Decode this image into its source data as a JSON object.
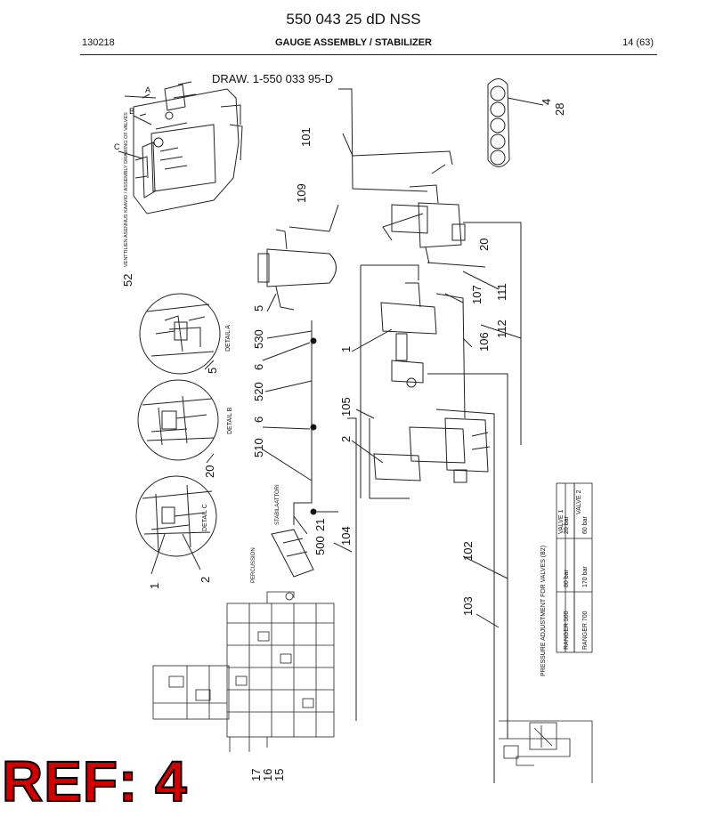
{
  "header": {
    "title": "550 043 25 dD NSS",
    "doc_code": "130218",
    "section": "GAUGE ASSEMBLY / STABILIZER",
    "page": "14 (63)"
  },
  "drawing": {
    "draw_ref": "DRAW. 1-550 033 95-D",
    "detail_a_title": "DETAIL A",
    "detail_b_title": "DETAIL B",
    "detail_c_title": "DETAIL C",
    "valve_note": "VENTTILIEN ASENNUS KAAVIO / ASSEMBLY DRAWING OF VALVES",
    "stabilizer_label": "STABILAATTORI",
    "percussion_label": "PERCUSSION",
    "callouts": {
      "c4": "4",
      "c28": "28",
      "c101": "101",
      "c109": "109",
      "c20a": "20",
      "c107": "107",
      "c111": "111",
      "c52": "52",
      "c5a": "5",
      "c530": "530",
      "c6a": "6",
      "c520": "520",
      "c6b": "6",
      "c510": "510",
      "c1a": "1",
      "c106": "106",
      "c112": "112",
      "c105": "105",
      "c2a": "2",
      "c5b": "5",
      "c20b": "20",
      "c21": "21",
      "c500": "500",
      "c104": "104",
      "c102": "102",
      "c103": "103",
      "c1b": "1",
      "c2b": "2",
      "c17": "17",
      "c16": "16",
      "c15": "15",
      "cA": "A",
      "cB": "B",
      "cC": "C"
    },
    "pressure_table": {
      "title": "PRESSURE ADJUSTMENT FOR VALVES (B2)",
      "col1": "VALVE 1",
      "col2": "VALVE 2",
      "rows": [
        {
          "model": "RANGER 500",
          "v1": "80 bar",
          "v2": "20 bar"
        },
        {
          "model": "RANGER 700",
          "v1": "170 bar",
          "v2": "60 bar"
        }
      ]
    }
  },
  "ref_label": "REF: 4"
}
